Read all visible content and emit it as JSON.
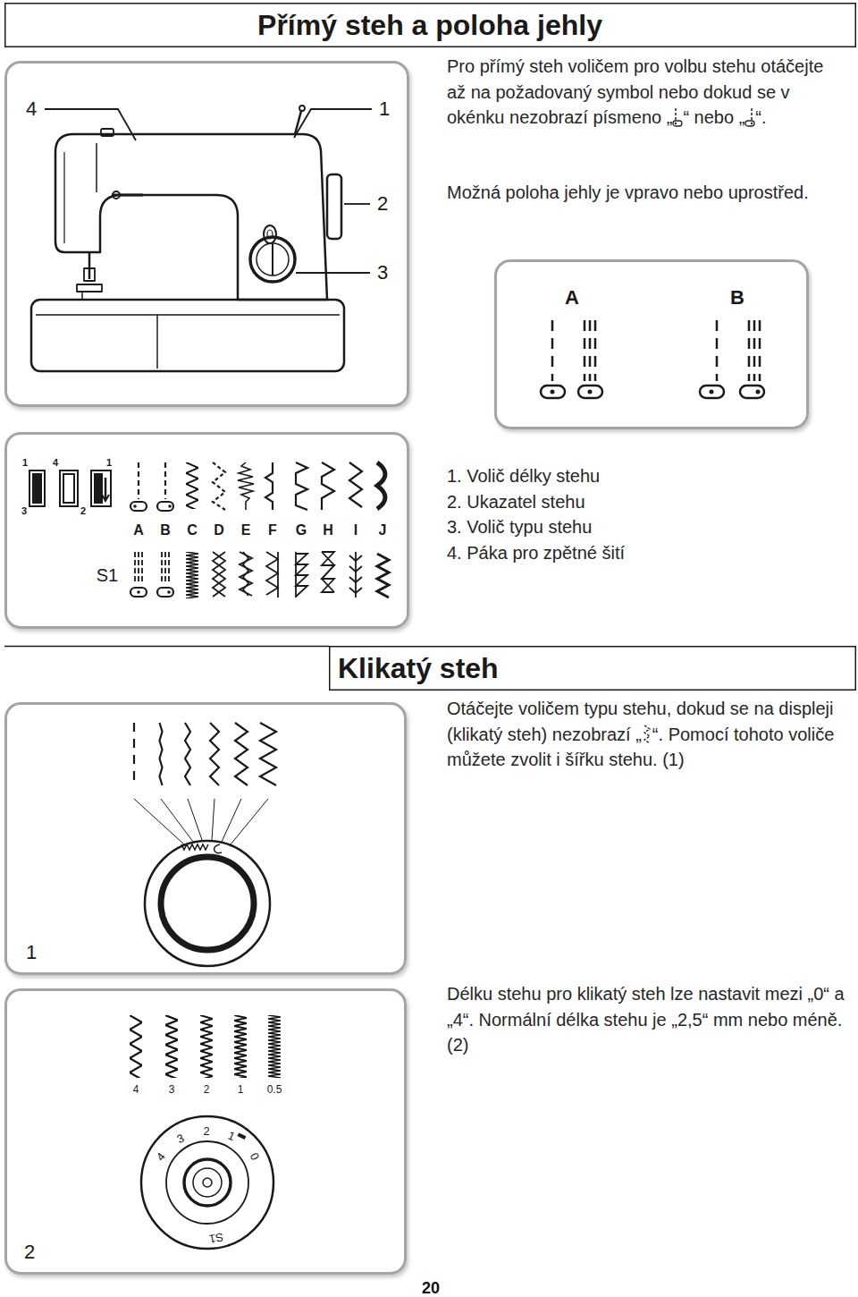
{
  "diagram": {
    "nodes": [
      {
        "text": [
          "Přímý steh a poloha jehly"
        ]
      },
      {
        "text": [
          "4",
          "1",
          "2",
          "3"
        ]
      },
      {
        "text": [
          "A",
          "B"
        ]
      },
      {
        "text": [
          "1",
          "4",
          "1",
          "3",
          "2",
          "A",
          "B",
          "C",
          "D",
          "E",
          "F",
          "G",
          "H",
          "I",
          "J",
          "S1"
        ]
      },
      {
        "text": [
          "Klikatý steh"
        ]
      },
      {
        "text": [
          "1"
        ]
      },
      {
        "text": [
          "4",
          "3",
          "2",
          "1",
          "0.5",
          "4",
          "3",
          "2",
          "1",
          "0",
          "S1",
          "2"
        ]
      }
    ],
    "labels": [
      "Pro přímý steh voličem pro volbu stehu otáčejte až na požadovaný symbol nebo dokud se v okénku nezobrazí písmeno „",
      "“ nebo „",
      "“.",
      "Možná poloha jehly je vpravo nebo uprostřed.",
      "1. Volič délky stehu",
      "2. Ukazatel stehu",
      "3. Volič typu stehu",
      "4. Páka pro zpětné šití",
      "Otáčejte voličem typu stehu, dokud se na displeji (klikatý steh) nezobrazí „",
      "“. Pomocí tohoto voliče můžete zvolit i šířku stehu. (1)",
      "Délku stehu pro klikatý steh lze nastavit mezi „0“ a „4“. Normální délka stehu je „2,5“ mm nebo méně. (2)",
      "20"
    ]
  }
}
